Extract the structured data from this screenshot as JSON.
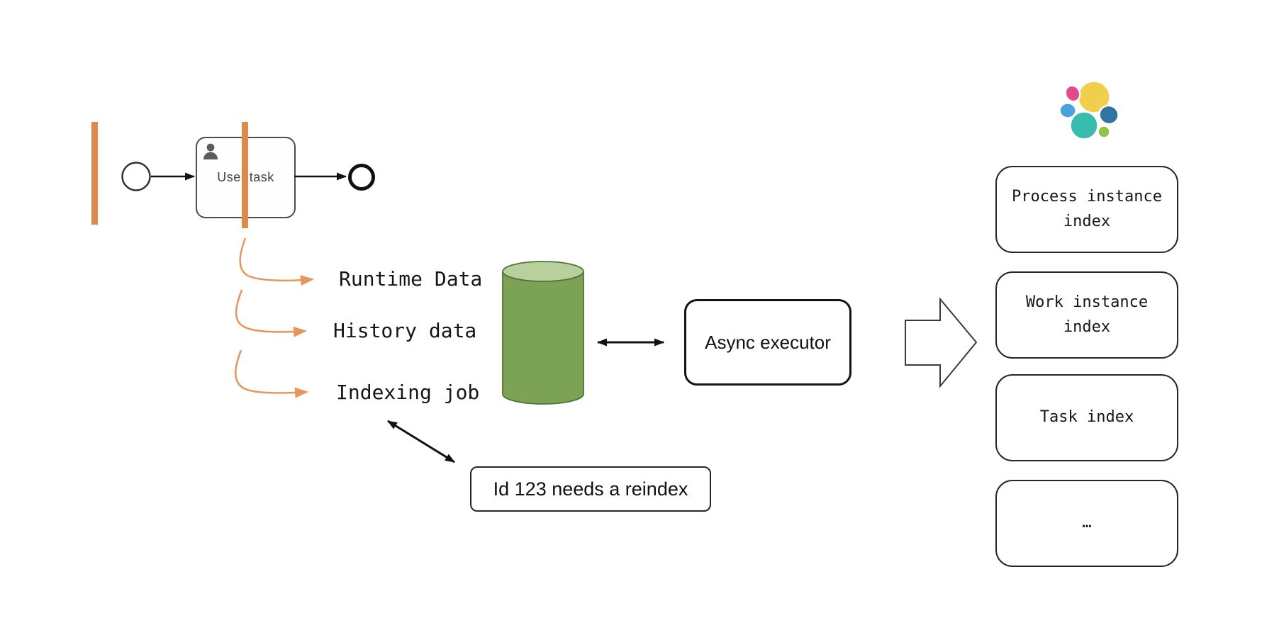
{
  "bpmn": {
    "task_label": "User task"
  },
  "flow_labels": {
    "runtime": "Runtime Data",
    "history": "History data",
    "indexing": "Indexing job"
  },
  "async_executor": {
    "label": "Async executor"
  },
  "reindex_note": {
    "label": "Id 123 needs a reindex"
  },
  "indexes": [
    {
      "text": "Process instance\nindex"
    },
    {
      "text": "Work instance\nindex"
    },
    {
      "text": "Task index"
    },
    {
      "text": "…"
    }
  ],
  "colors": {
    "orange_bar": "#DD8B4A",
    "orange_arrow": "#E8955A",
    "cylinder_body": "#7CA355",
    "cylinder_top": "#B7D09C",
    "cylinder_border": "#55713A",
    "elastic_yellow": "#F1CE4B",
    "elastic_pink": "#E14A8B",
    "elastic_blue": "#4AA2DE",
    "elastic_teal": "#38BCAD",
    "elastic_navy": "#30759F",
    "elastic_green": "#8EC544"
  }
}
